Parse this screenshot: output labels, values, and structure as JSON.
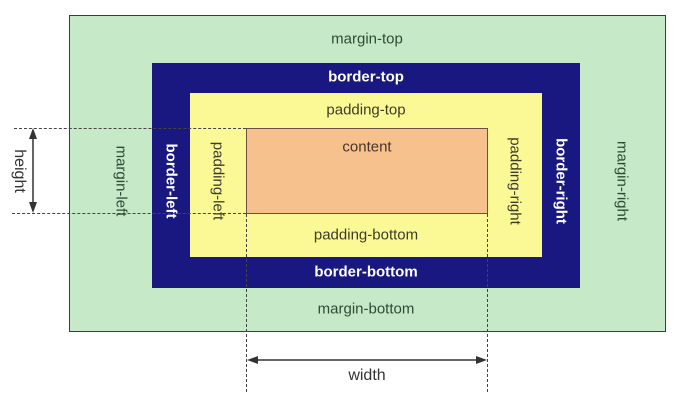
{
  "diagram": {
    "labels": {
      "margin_top": "margin-top",
      "border_top": "border-top",
      "padding_top": "padding-top",
      "content": "content",
      "padding_bottom": "padding-bottom",
      "border_bottom": "border-bottom",
      "margin_bottom": "margin-bottom",
      "margin_left": "margin-left",
      "border_left": "border-left",
      "padding_left": "padding-left",
      "padding_right": "padding-right",
      "border_right": "border-right",
      "margin_right": "margin-right"
    },
    "dimension_labels": {
      "width": "width",
      "height": "height"
    },
    "colors": {
      "margin_bg": "#c6e9c8",
      "border_bg": "#181880",
      "padding_bg": "#fbf996",
      "content_bg": "#f7c18d",
      "margin_text": "#2f4b35",
      "border_text": "#ffffff",
      "padding_text": "#3c3c28",
      "content_text": "#4a342a",
      "dimension_text": "#333333",
      "guide_line": "#444444"
    }
  }
}
